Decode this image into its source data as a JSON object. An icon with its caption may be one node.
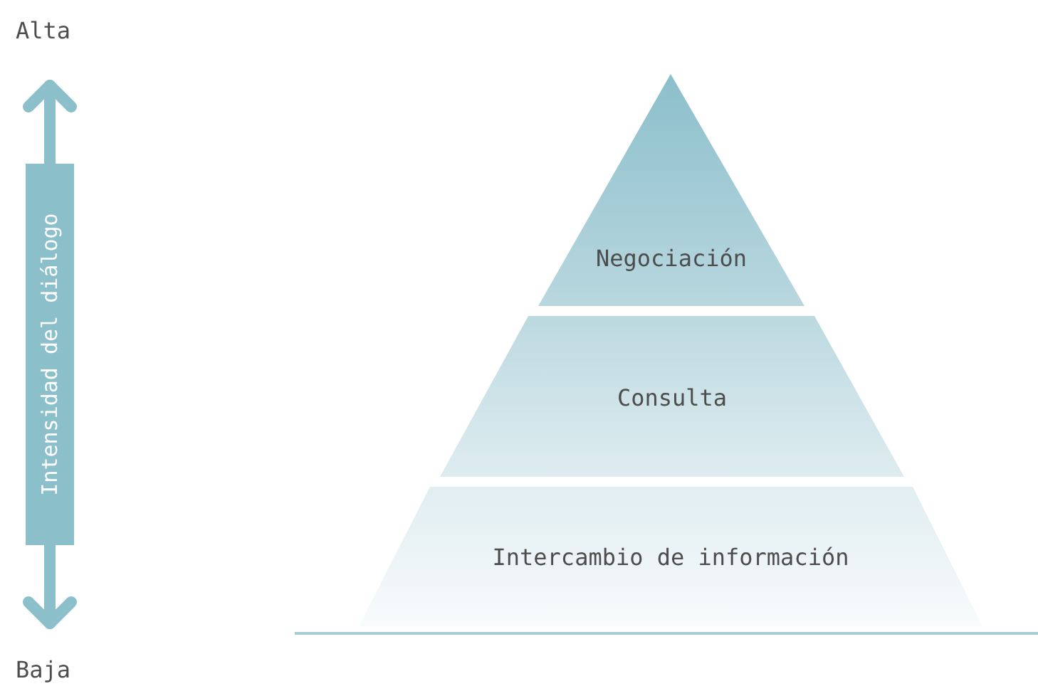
{
  "diagram": {
    "nodes": [
      {
        "text": [
          "Negociación"
        ]
      },
      {
        "text": [
          "Consulta"
        ]
      },
      {
        "text": [
          "Intercambio de información"
        ]
      }
    ],
    "labels": [
      "Alta",
      "Intensidad del diálogo",
      "Baja"
    ]
  }
}
